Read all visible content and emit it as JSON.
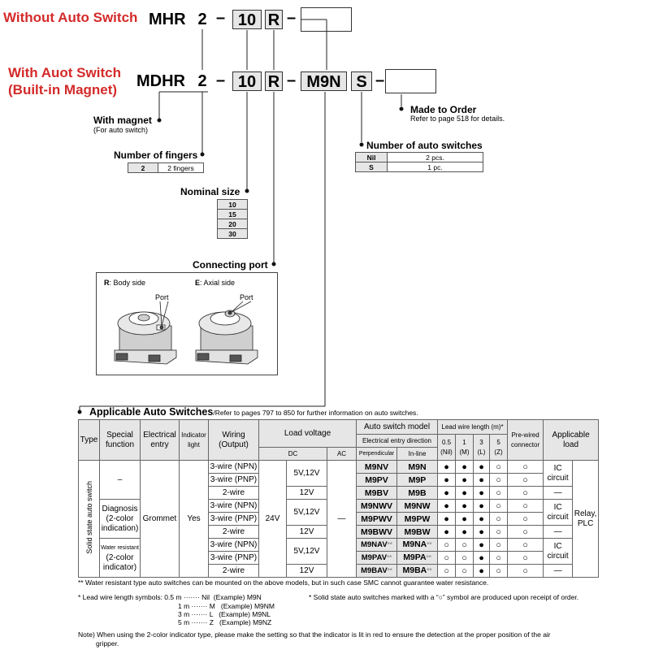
{
  "header": {
    "without_label": "Without Auto Switch",
    "with_label_1": "With Auot Switch",
    "with_label_2": "(Built-in Magnet)",
    "model_without": "MHR",
    "model_with": "MDHR",
    "fingers": "2",
    "size": "10",
    "port": "R",
    "switch": "M9N",
    "switch_count": "S",
    "dash": "–"
  },
  "labels": {
    "made_to_order": "Made to Order",
    "made_to_order_ref": "Refer to page 518 for details.",
    "num_switches": "Number of auto switches",
    "with_magnet": "With magnet",
    "with_magnet_sub": "(For auto switch)",
    "num_fingers": "Number of fingers",
    "nominal_size": "Nominal size",
    "connecting_port": "Connecting port"
  },
  "switch_count_table": [
    {
      "key": "Nil",
      "value": "2 pcs."
    },
    {
      "key": "S",
      "value": "1 pc."
    }
  ],
  "fingers_table": [
    {
      "key": "2",
      "value": "2 fingers"
    }
  ],
  "size_table": [
    "10",
    "15",
    "20",
    "30"
  ],
  "port_diagram": {
    "r_key": "R",
    "r_text": ": Body side",
    "e_key": "E",
    "e_text": ": Axial side",
    "port_label": "Port"
  },
  "applicable": {
    "title": "Applicable Auto Switches",
    "ref": "/Refer to pages 797 to 850 for further information on auto switches."
  },
  "table_headers": {
    "type": "Type",
    "special": "Special function",
    "electrical": "Electrical entry",
    "indicator": "Indicator light",
    "wiring": "Wiring (Output)",
    "load_voltage": "Load voltage",
    "dc": "DC",
    "ac": "AC",
    "model": "Auto switch model",
    "entry_dir": "Electrical entry direction",
    "perp": "Perpendicular",
    "inline": "In-line",
    "lead": "Lead wire length (m)*",
    "l05": "0.5",
    "l05s": "(Nil)",
    "l1": "1",
    "l1s": "(M)",
    "l3": "3",
    "l3s": "(L)",
    "l5": "5",
    "l5s": "(Z)",
    "prewired": "Pre-wired connector",
    "applicable_load": "Applicable load"
  },
  "table_groups": {
    "type": "Solid state auto switch",
    "g1": "–",
    "g2": "Diagnosis (2-color indication)",
    "g3a": "Water resistant",
    "g3b": "(2-color indicator)",
    "grommet": "Grommet",
    "yes": "Yes",
    "v24": "24V",
    "ac_dash": "—",
    "relay": "Relay, PLC",
    "ic": "IC circuit",
    "v512": "5V,12V",
    "v12": "12V"
  },
  "rows": [
    {
      "wiring": "3-wire (NPN)",
      "perp": "M9NV",
      "inline": "M9N",
      "ast": "",
      "lead": [
        "●",
        "●",
        "●",
        "○"
      ],
      "pre": "○"
    },
    {
      "wiring": "3-wire (PNP)",
      "perp": "M9PV",
      "inline": "M9P",
      "ast": "",
      "lead": [
        "●",
        "●",
        "●",
        "○"
      ],
      "pre": "○"
    },
    {
      "wiring": "2-wire",
      "perp": "M9BV",
      "inline": "M9B",
      "ast": "",
      "lead": [
        "●",
        "●",
        "●",
        "○"
      ],
      "pre": "○",
      "load": "—"
    },
    {
      "wiring": "3-wire (NPN)",
      "perp": "M9NWV",
      "inline": "M9NW",
      "ast": "",
      "lead": [
        "●",
        "●",
        "●",
        "○"
      ],
      "pre": "○"
    },
    {
      "wiring": "3-wire (PNP)",
      "perp": "M9PWV",
      "inline": "M9PW",
      "ast": "",
      "lead": [
        "●",
        "●",
        "●",
        "○"
      ],
      "pre": "○"
    },
    {
      "wiring": "2-wire",
      "perp": "M9BWV",
      "inline": "M9BW",
      "ast": "",
      "lead": [
        "●",
        "●",
        "●",
        "○"
      ],
      "pre": "○",
      "load": "—"
    },
    {
      "wiring": "3-wire (NPN)",
      "perp": "M9NAV",
      "inline": "M9NA",
      "ast": "**",
      "lead": [
        "○",
        "○",
        "●",
        "○"
      ],
      "pre": "○"
    },
    {
      "wiring": "3-wire (PNP)",
      "perp": "M9PAV",
      "inline": "M9PA",
      "ast": "**",
      "lead": [
        "○",
        "○",
        "●",
        "○"
      ],
      "pre": "○"
    },
    {
      "wiring": "2-wire",
      "perp": "M9BAV",
      "inline": "M9BA",
      "ast": "**",
      "lead": [
        "○",
        "○",
        "●",
        "○"
      ],
      "pre": "○",
      "load": "—"
    }
  ],
  "notes": {
    "water": "** Water resistant type auto switches can be mounted on the above models, but in such case SMC cannot guarantee water resistance.",
    "lead_title": "* Lead wire length symbols: 0.5 m ······· Nil  (Example) M9N",
    "lead_1": "1 m ······· M   (Example) M9NM",
    "lead_3": "3 m ······· L   (Example) M9NL",
    "lead_5": "5 m ······· Z   (Example) M9NZ",
    "solid": "* Solid state auto switches marked with a “○” symbol are produced upon receipt of order.",
    "note1": "Note) When using the 2-color indicator type, please make the setting so that the indicator is lit in red to ensure the detection at the proper position of the air",
    "note2": "gripper."
  }
}
